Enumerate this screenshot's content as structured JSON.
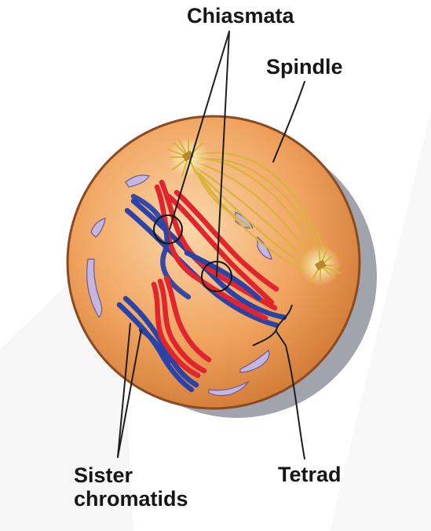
{
  "labels": {
    "chiasmata": "Chiasmata",
    "spindle": "Spindle",
    "sister_line1": "Sister",
    "sister_line2": "chromatids",
    "tetrad": "Tetrad"
  },
  "colors": {
    "background": "#ffffff",
    "watermark": "#f4f4f4",
    "cell_fill_light": "#f7c48e",
    "cell_fill_dark": "#c9702d",
    "cell_outline": "#8a4a22",
    "cell_shadow": "#9c9fab",
    "nuclear_fragment": "#c4b6de",
    "spindle": "#d9b33c",
    "chromosome_red": "#e0252f",
    "chromosome_blue": "#2b43a6",
    "leader_line": "#1e1e1e"
  }
}
